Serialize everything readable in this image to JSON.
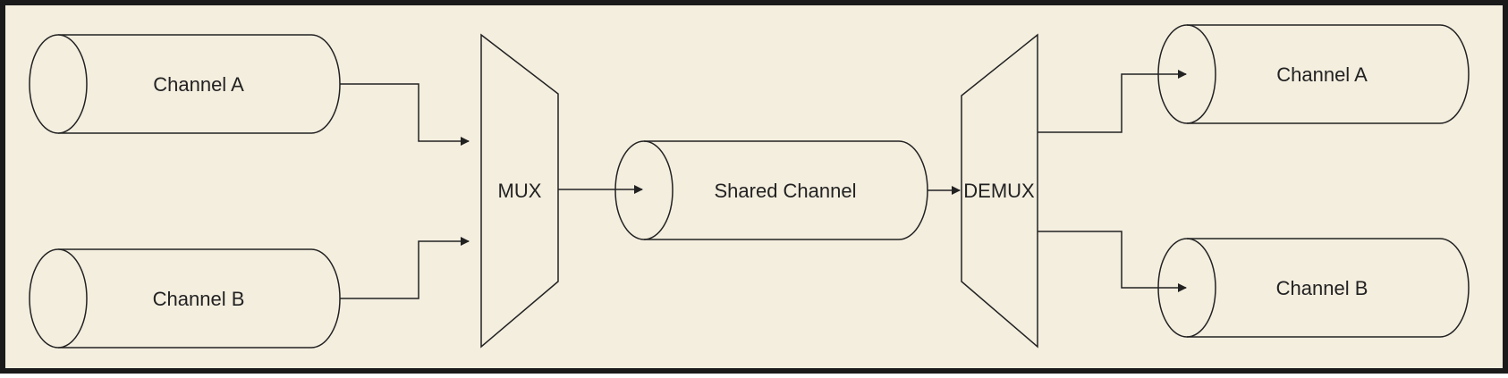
{
  "diagram": {
    "inputs": [
      {
        "label": "Channel A"
      },
      {
        "label": "Channel B"
      }
    ],
    "mux_label": "MUX",
    "shared_label": "Shared Channel",
    "demux_label": "DEMUX",
    "outputs": [
      {
        "label": "Channel A"
      },
      {
        "label": "Channel B"
      }
    ]
  },
  "colors": {
    "background": "#f4eedf",
    "stroke": "#222222",
    "border": "#1a1a1a"
  }
}
